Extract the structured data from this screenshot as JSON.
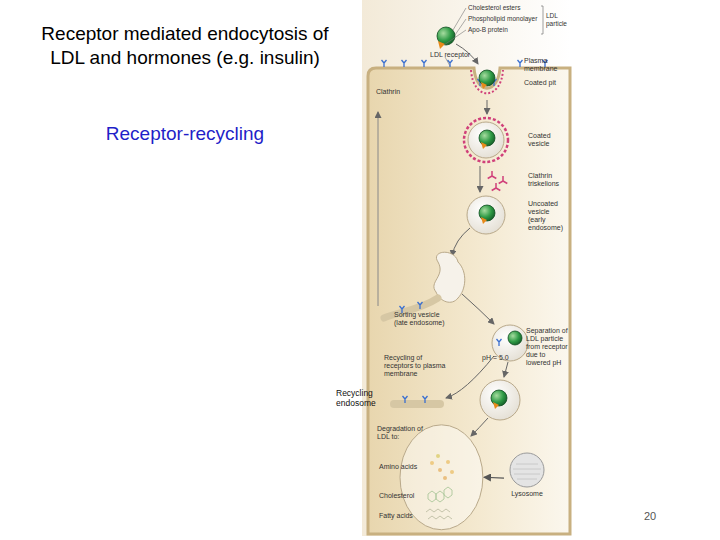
{
  "diagram": {
    "title": "Receptor mediated endocytosis of LDL and hormones (e.g. insulin)",
    "nodes": [
      {
        "text": [
          "Degradation of LDL to:",
          "Amino acids",
          "Cholesterol",
          "Fatty acids"
        ]
      },
      {
        "text": [
          "Lysosome"
        ]
      }
    ],
    "edges": [
      {
        "from": 1,
        "to": 0,
        "arrow": "to"
      }
    ],
    "labels": [
      "Receptor-recycling",
      "Cholesterol esters",
      "Phospholipid monolayer",
      "Apo-B protein",
      "LDL particle",
      "LDL receptor",
      "Clathrin",
      "Plasma membrane",
      "Coated pit",
      "Coated vesicle",
      "Clathrin triskelions",
      "Uncoated vesicle (early endosome)",
      "Sorting vesicle (late endosome)",
      "Separation of LDL particle from receptor due to lowered pH",
      "Recycling of receptors to plasma membrane",
      "pH = 5.0",
      "Recycling endosome",
      "20"
    ]
  }
}
